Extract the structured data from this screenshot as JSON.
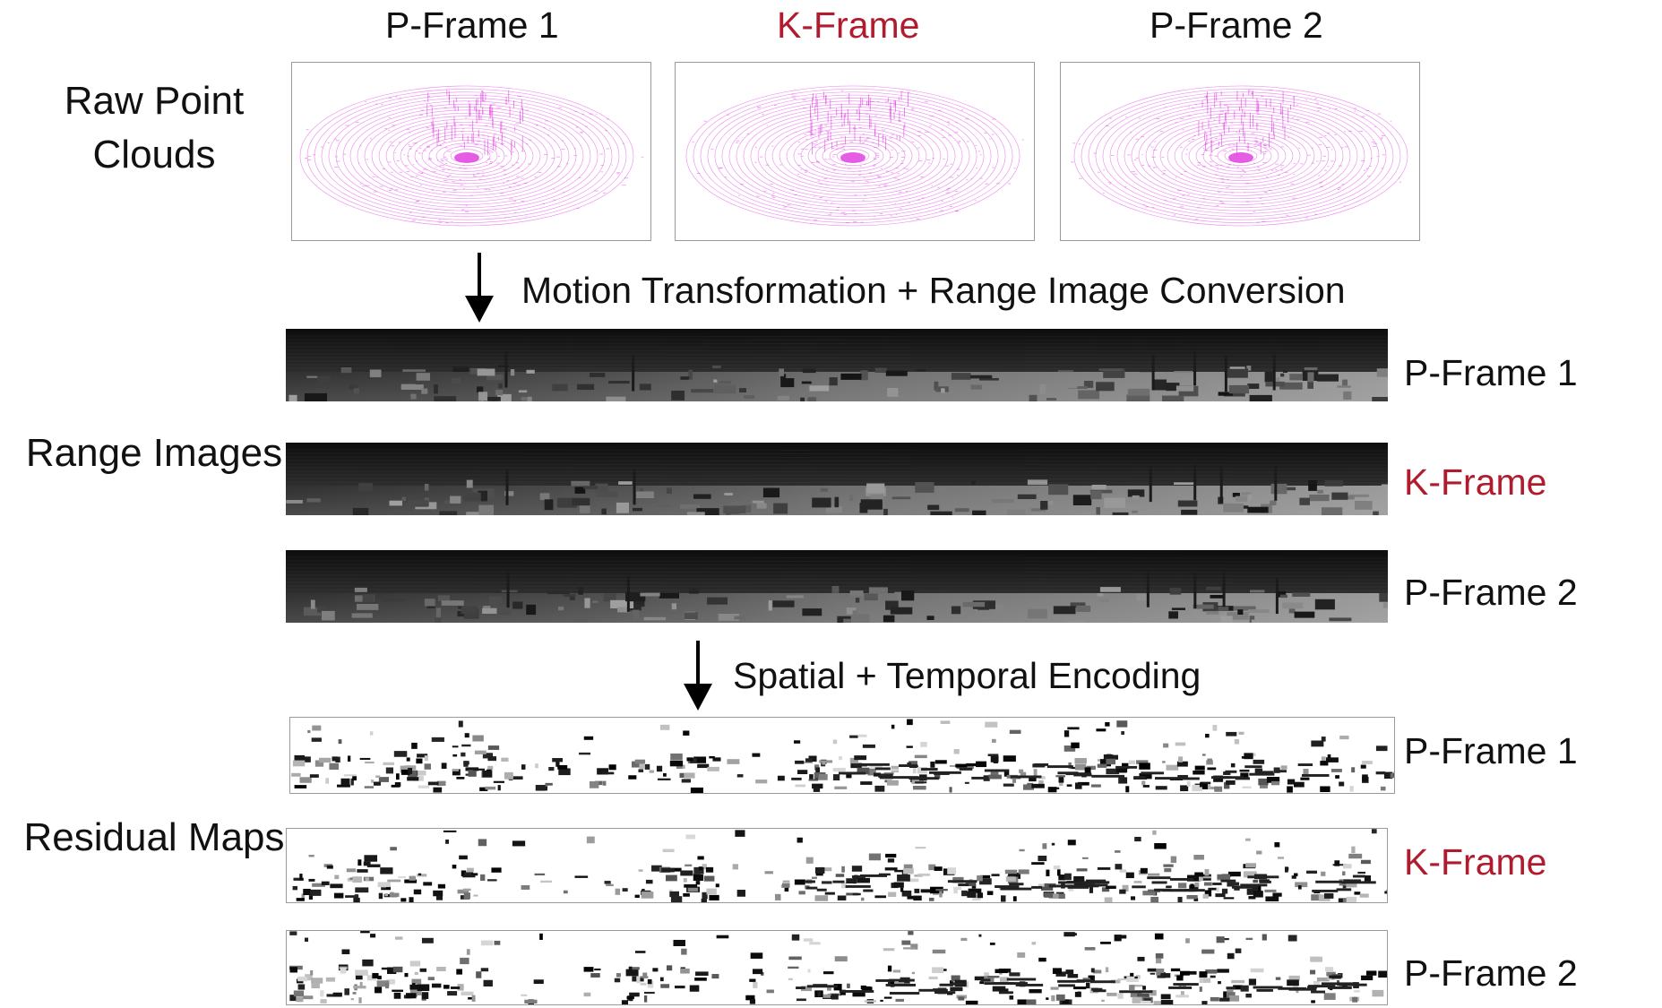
{
  "columns": [
    {
      "label": "P-Frame 1",
      "accent": false
    },
    {
      "label": "K-Frame",
      "accent": true
    },
    {
      "label": "P-Frame 2",
      "accent": false
    }
  ],
  "rows": {
    "raw": "Raw Point Clouds",
    "range": "Range Images",
    "residual": "Residual Maps"
  },
  "steps": {
    "first": "Motion Transformation + Range Image Conversion",
    "second": "Spatial + Temporal Encoding"
  },
  "range_labels": [
    "P-Frame 1",
    "K-Frame",
    "P-Frame 2"
  ],
  "residual_labels": [
    "P-Frame 1",
    "K-Frame",
    "P-Frame 2"
  ],
  "colors": {
    "accent": "#b01c2e",
    "point_cloud": "#e040e0",
    "range_bg": "#111111"
  },
  "icons": [
    "down-arrow-icon"
  ]
}
